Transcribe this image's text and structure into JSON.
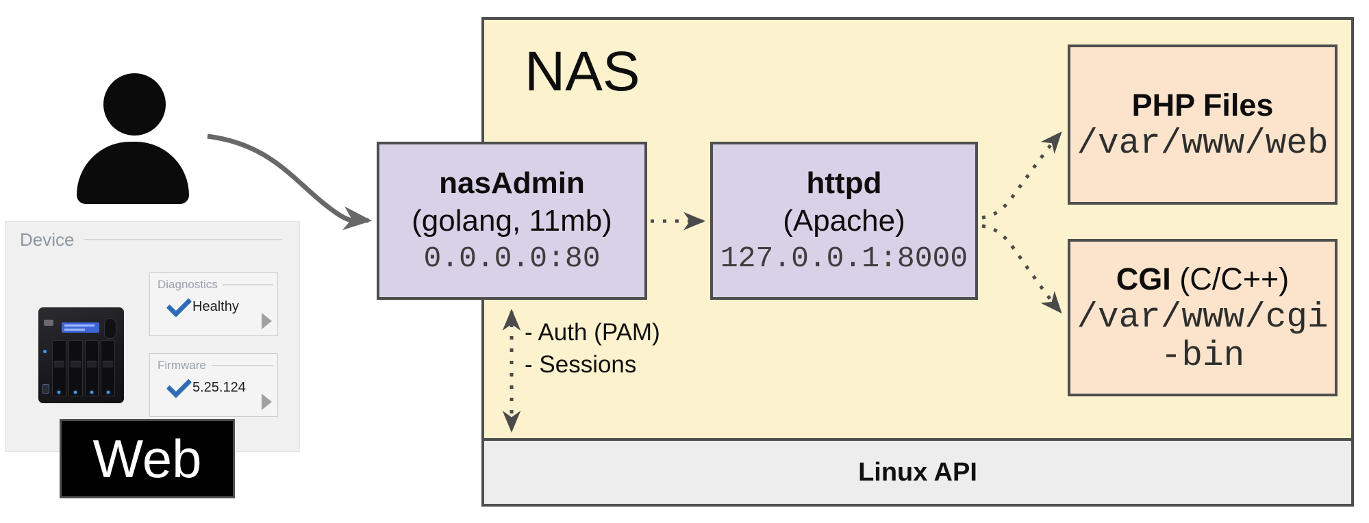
{
  "diagram": {
    "nas_title": "NAS",
    "linux_api_label": "Linux API",
    "notes": [
      "- Auth (PAM)",
      "- Sessions"
    ],
    "boxes": {
      "nasadmin": {
        "title": "nasAdmin",
        "subtitle": "(golang, 11mb)",
        "address": "0.0.0.0:80"
      },
      "httpd": {
        "title": "httpd",
        "subtitle": "(Apache)",
        "address": "127.0.0.1:8000"
      },
      "php": {
        "title": "PHP Files",
        "path": "/var/www/web"
      },
      "cgi": {
        "title_bold": "CGI",
        "title_rest": " (C/C++)",
        "path_line1": "/var/www/cgi",
        "path_line2": "-bin"
      }
    }
  },
  "device_panel": {
    "title": "Device",
    "diagnostics_label": "Diagnostics",
    "diagnostics_value": "Healthy",
    "firmware_label": "Firmware",
    "firmware_value": "5.25.124"
  },
  "web_label": "Web",
  "colors": {
    "nas_bg": "#fdf2ce",
    "process_box_bg": "#d8d1e7",
    "files_box_bg": "#fbe4cb",
    "linux_bar_bg": "#ededed",
    "box_border": "#4e4e4e",
    "arrow_gray": "#4a4a4a",
    "check_blue": "#2e6cb5",
    "panel_bg": "#f0f0f0",
    "label_gray": "#98a0ab"
  }
}
